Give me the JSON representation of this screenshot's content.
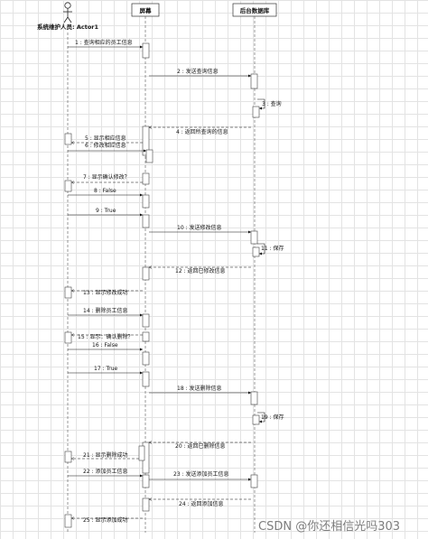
{
  "actors": [
    {
      "id": "actor",
      "name": "系统维护人员: Actor1",
      "kind": "stick"
    },
    {
      "id": "screen",
      "name": "屏幕",
      "kind": "box"
    },
    {
      "id": "db",
      "name": "后台数据库",
      "kind": "box"
    }
  ],
  "messages": [
    {
      "label": "1 : 查询相应的员工信息",
      "from": "actor",
      "to": "screen",
      "style": "sync"
    },
    {
      "label": "2 : 发送查询信息",
      "from": "screen",
      "to": "db",
      "style": "sync"
    },
    {
      "label": "3 : 查询",
      "from": "db",
      "to": "db",
      "style": "self"
    },
    {
      "label": "4 : 返回所查询的信息",
      "from": "db",
      "to": "screen",
      "style": "return"
    },
    {
      "label": "5 : 显示相应信息",
      "from": "screen",
      "to": "actor",
      "style": "return"
    },
    {
      "label": "6 : 修改相应信息",
      "from": "actor",
      "to": "screen",
      "style": "sync"
    },
    {
      "label": "7 : 显示确认修改？",
      "from": "screen",
      "to": "actor",
      "style": "return"
    },
    {
      "label": "8 : False",
      "from": "actor",
      "to": "screen",
      "style": "sync"
    },
    {
      "label": "9 : True",
      "from": "actor",
      "to": "screen",
      "style": "sync"
    },
    {
      "label": "10 : 发送修改信息",
      "from": "screen",
      "to": "db",
      "style": "sync"
    },
    {
      "label": "11 : 保存",
      "from": "db",
      "to": "db",
      "style": "self"
    },
    {
      "label": "12 : 返回已修改信息",
      "from": "db",
      "to": "screen",
      "style": "return"
    },
    {
      "label": "13 : 显示修改成功",
      "from": "screen",
      "to": "actor",
      "style": "return"
    },
    {
      "label": "14 : 删除员工信息",
      "from": "actor",
      "to": "screen",
      "style": "sync"
    },
    {
      "label": "15 : 显示：确认删除？",
      "from": "screen",
      "to": "actor",
      "style": "return"
    },
    {
      "label": "16 : False",
      "from": "actor",
      "to": "screen",
      "style": "sync"
    },
    {
      "label": "17 : True",
      "from": "actor",
      "to": "screen",
      "style": "sync"
    },
    {
      "label": "18 : 发送删除信息",
      "from": "screen",
      "to": "db",
      "style": "sync"
    },
    {
      "label": "19 : 保存",
      "from": "db",
      "to": "db",
      "style": "self"
    },
    {
      "label": "20 : 返回已删除信息",
      "from": "db",
      "to": "screen",
      "style": "return"
    },
    {
      "label": "21 : 显示删除成功",
      "from": "screen",
      "to": "actor",
      "style": "return"
    },
    {
      "label": "22 : 添加员工信息",
      "from": "actor",
      "to": "screen",
      "style": "sync"
    },
    {
      "label": "23 : 发送添加员工信息",
      "from": "screen",
      "to": "db",
      "style": "sync"
    },
    {
      "label": "24 : 返回添加信息",
      "from": "db",
      "to": "screen",
      "style": "return"
    },
    {
      "label": "25 : 显示添加成功",
      "from": "screen",
      "to": "actor",
      "style": "return"
    }
  ],
  "watermark": "CSDN @你还相信光吗303"
}
